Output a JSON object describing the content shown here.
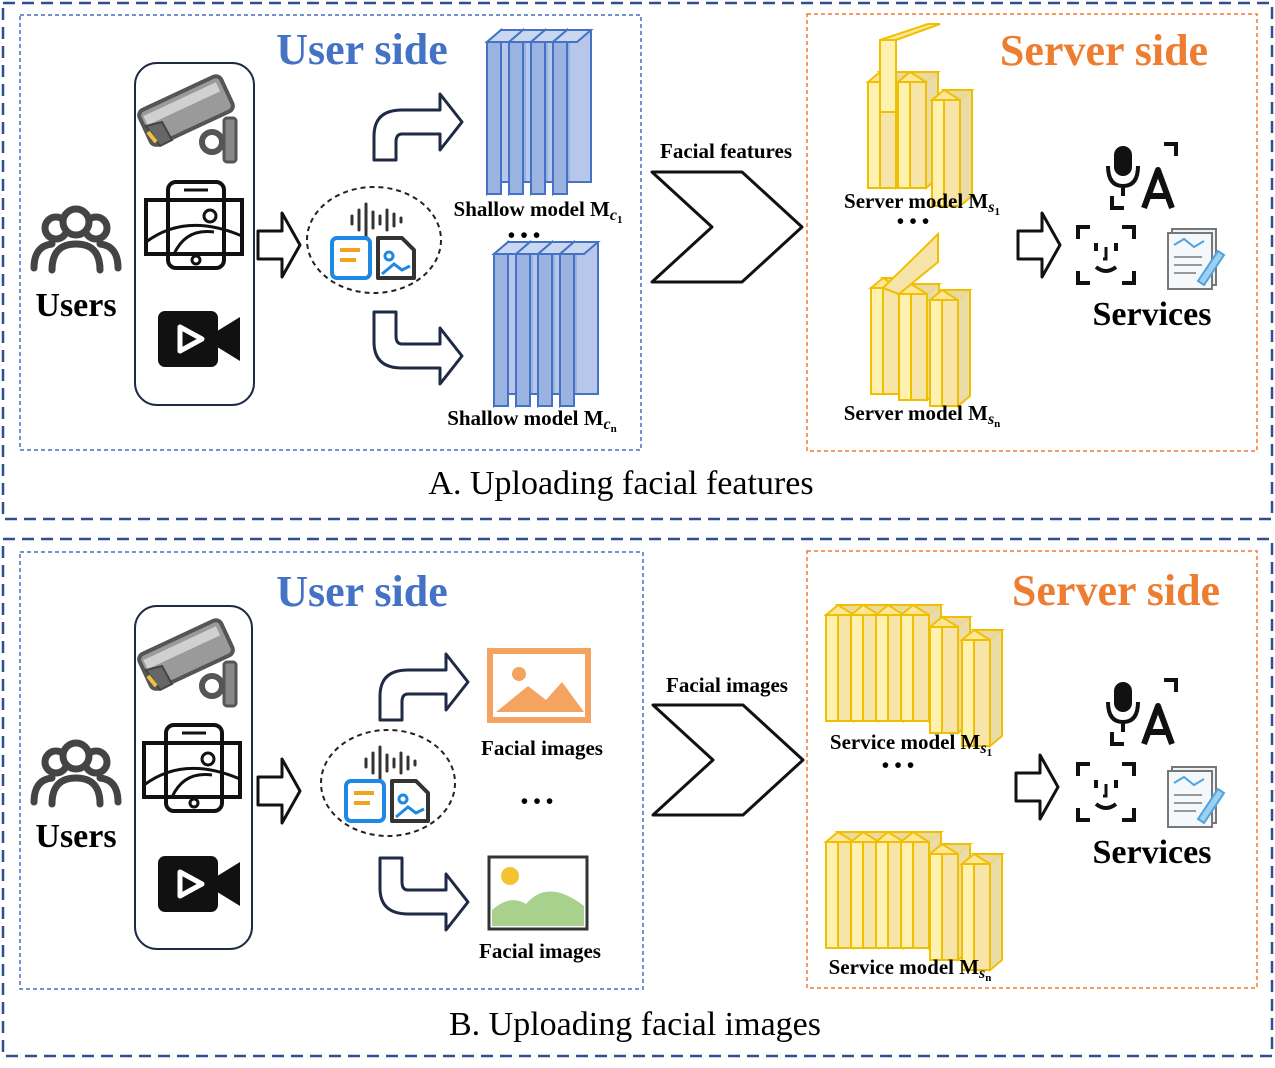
{
  "panel_a": {
    "user_title": "User side",
    "server_title": "Server side",
    "users_label": "Users",
    "transfer_label": "Facial features",
    "shallow_model_1": "Shallow model M",
    "shallow_model_1_sub": "c",
    "shallow_model_1_subsub": "1",
    "shallow_model_n": "Shallow model M",
    "shallow_model_n_sub": "c",
    "shallow_model_n_subsub": "n",
    "server_model_1": "Server model M",
    "server_model_1_sub": "s",
    "server_model_1_subsub": "1",
    "server_model_n": "Server model M",
    "server_model_n_sub": "s",
    "server_model_n_subsub": "n",
    "ellipsis": "• • •",
    "services_label": "Services",
    "caption": "A. Uploading facial features"
  },
  "panel_b": {
    "user_title": "User side",
    "server_title": "Server side",
    "users_label": "Users",
    "transfer_label": "Facial images",
    "facial_images_1": "Facial images",
    "facial_images_2": "Facial images",
    "service_model_1": "Service model M",
    "service_model_1_sub": "s",
    "service_model_1_subsub": "1",
    "service_model_n": "Service model M",
    "service_model_n_sub": "s",
    "service_model_n_subsub": "n",
    "ellipsis": "• • •",
    "services_label": "Services",
    "caption": "B. Uploading facial images"
  },
  "colors": {
    "outer_border": "#2F4F8F",
    "user_border": "#4472C4",
    "server_border": "#ED7D31",
    "user_title": "#4472C4",
    "server_title": "#ED7D31",
    "blue_layer": "#8EAADB",
    "yellow_layer": "#FFD966",
    "orange_image": "#F4A460",
    "green_image": "#A9D18E"
  }
}
